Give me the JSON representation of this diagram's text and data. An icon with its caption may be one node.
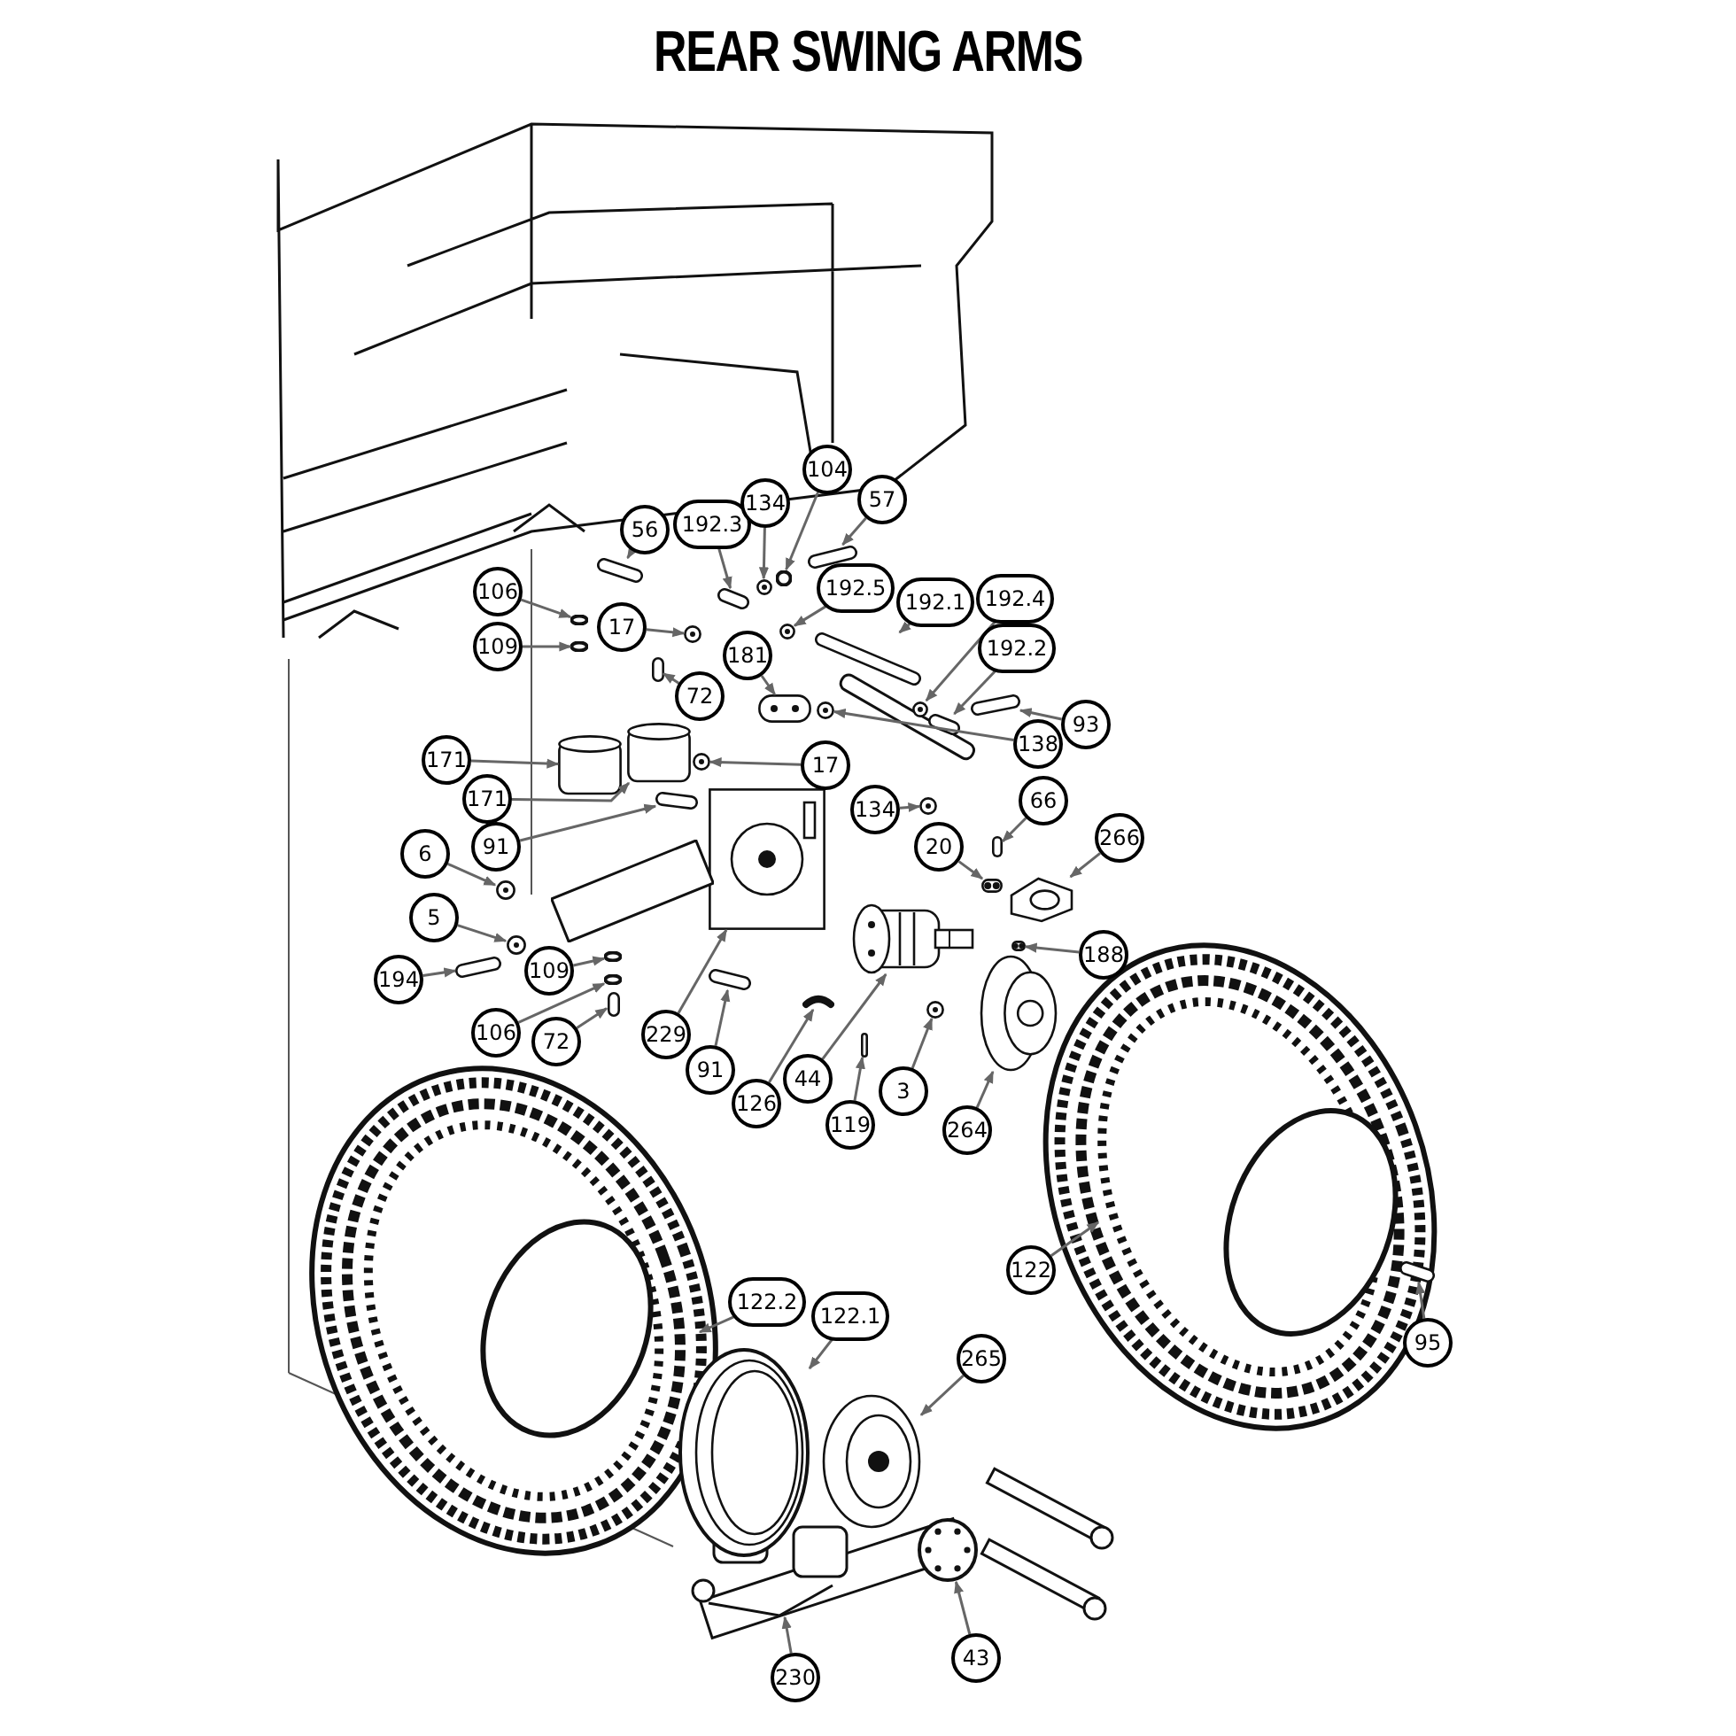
{
  "diagram": {
    "title": "REAR SWING ARMS",
    "nodes": [
      {
        "text": [
          "56"
        ]
      },
      {
        "text": [
          "192.3"
        ]
      },
      {
        "text": [
          "134"
        ]
      },
      {
        "text": [
          "104"
        ]
      },
      {
        "text": [
          "57"
        ]
      },
      {
        "text": [
          "192.5"
        ]
      },
      {
        "text": [
          "192.1"
        ]
      },
      {
        "text": [
          "192.4"
        ]
      },
      {
        "text": [
          "192.2"
        ]
      },
      {
        "text": [
          "17"
        ]
      },
      {
        "text": [
          "106"
        ]
      },
      {
        "text": [
          "109"
        ]
      },
      {
        "text": [
          "181"
        ]
      },
      {
        "text": [
          "72"
        ]
      },
      {
        "text": [
          "138"
        ]
      },
      {
        "text": [
          "93"
        ]
      },
      {
        "text": [
          "171"
        ]
      },
      {
        "text": [
          "17"
        ]
      },
      {
        "text": [
          "171"
        ]
      },
      {
        "text": [
          "91"
        ]
      },
      {
        "text": [
          "134"
        ]
      },
      {
        "text": [
          "66"
        ]
      },
      {
        "text": [
          "20"
        ]
      },
      {
        "text": [
          "266"
        ]
      },
      {
        "text": [
          "6"
        ]
      },
      {
        "text": [
          "5"
        ]
      },
      {
        "text": [
          "188"
        ]
      },
      {
        "text": [
          "194"
        ]
      },
      {
        "text": [
          "109"
        ]
      },
      {
        "text": [
          "106"
        ]
      },
      {
        "text": [
          "72"
        ]
      },
      {
        "text": [
          "229"
        ]
      },
      {
        "text": [
          "91"
        ]
      },
      {
        "text": [
          "126"
        ]
      },
      {
        "text": [
          "44"
        ]
      },
      {
        "text": [
          "119"
        ]
      },
      {
        "text": [
          "3"
        ]
      },
      {
        "text": [
          "264"
        ]
      },
      {
        "text": [
          "122"
        ]
      },
      {
        "text": [
          "95"
        ]
      },
      {
        "text": [
          "122.2"
        ]
      },
      {
        "text": [
          "122.1"
        ]
      },
      {
        "text": [
          "265"
        ]
      },
      {
        "text": [
          "230"
        ]
      },
      {
        "text": [
          "43"
        ]
      },
      {
        "text": [],
        "shape": "picture"
      },
      {
        "text": [],
        "shape": "picture"
      },
      {
        "text": [],
        "shape": "picture"
      },
      {
        "text": [],
        "shape": "circle"
      },
      {
        "text": [],
        "shape": "picture"
      },
      {
        "text": [],
        "shape": "picture"
      },
      {
        "text": [],
        "shape": "picture"
      },
      {
        "text": [],
        "shape": "picture"
      },
      {
        "text": [],
        "shape": "picture"
      },
      {
        "text": [],
        "shape": "picture"
      },
      {
        "text": [],
        "shape": "circle"
      },
      {
        "text": [],
        "shape": "circle"
      },
      {
        "text": [],
        "shape": "picture"
      },
      {
        "text": [],
        "shape": "picture"
      },
      {
        "text": [],
        "shape": "picture"
      },
      {
        "text": [],
        "shape": "picture"
      },
      {
        "text": [],
        "shape": "cylinder"
      },
      {
        "text": [],
        "shape": "picture"
      },
      {
        "text": [],
        "shape": "cylinder"
      },
      {
        "text": [],
        "shape": "picture"
      },
      {
        "text": [],
        "shape": "picture"
      },
      {
        "text": [],
        "shape": "picture"
      },
      {
        "text": [],
        "shape": "picture"
      },
      {
        "text": [],
        "shape": "picture"
      },
      {
        "text": [],
        "shape": "picture"
      },
      {
        "text": [],
        "shape": "picture"
      },
      {
        "text": [],
        "shape": "picture"
      },
      {
        "text": [],
        "shape": "picture"
      },
      {
        "text": [],
        "shape": "circle"
      },
      {
        "text": [],
        "shape": "circle"
      },
      {
        "text": [],
        "shape": "picture"
      },
      {
        "text": [],
        "shape": "picture"
      },
      {
        "text": [],
        "shape": "picture"
      },
      {
        "text": [],
        "shape": "picture"
      },
      {
        "text": [],
        "shape": "picture"
      },
      {
        "text": [],
        "shape": "picture"
      },
      {
        "text": [],
        "shape": "picture"
      },
      {
        "text": [],
        "shape": "picture"
      },
      {
        "text": [],
        "shape": "picture"
      },
      {
        "text": [],
        "shape": "picture"
      },
      {
        "text": [],
        "shape": "picture"
      },
      {
        "text": [],
        "shape": "picture"
      },
      {
        "text": [],
        "shape": "bar"
      }
    ],
    "edges": [
      {
        "from": 0,
        "to": 45,
        "arrow": "to"
      },
      {
        "from": 1,
        "to": 46,
        "arrow": "to"
      },
      {
        "from": 2,
        "to": 47,
        "arrow": "to"
      },
      {
        "from": 3,
        "to": 48,
        "arrow": "to"
      },
      {
        "from": 4,
        "to": 49,
        "arrow": "to"
      },
      {
        "from": 5,
        "to": 50,
        "arrow": "to"
      },
      {
        "from": 6,
        "to": 51,
        "arrow": "to"
      },
      {
        "from": 7,
        "to": 52,
        "arrow": "to"
      },
      {
        "from": 8,
        "to": 53,
        "arrow": "to"
      },
      {
        "from": 9,
        "to": 54,
        "arrow": "to"
      },
      {
        "from": 10,
        "to": 55,
        "arrow": "to"
      },
      {
        "from": 11,
        "to": 56,
        "arrow": "to"
      },
      {
        "from": 12,
        "to": 57,
        "arrow": "to"
      },
      {
        "from": 13,
        "to": 58,
        "arrow": "to"
      },
      {
        "from": 14,
        "to": 59,
        "arrow": "to"
      },
      {
        "from": 15,
        "to": 60,
        "arrow": "to"
      },
      {
        "from": 16,
        "to": 61,
        "arrow": "to"
      },
      {
        "from": 17,
        "to": 62,
        "arrow": "to"
      },
      {
        "from": 18,
        "to": 63,
        "arrow": "to"
      },
      {
        "from": 19,
        "to": 64,
        "arrow": "to"
      },
      {
        "from": 20,
        "to": 65,
        "arrow": "to"
      },
      {
        "from": 21,
        "to": 66,
        "arrow": "to"
      },
      {
        "from": 22,
        "to": 67,
        "arrow": "to"
      },
      {
        "from": 23,
        "to": 68,
        "arrow": "to"
      },
      {
        "from": 24,
        "to": 69,
        "arrow": "to"
      },
      {
        "from": 25,
        "to": 70,
        "arrow": "to"
      },
      {
        "from": 26,
        "to": 71,
        "arrow": "to"
      },
      {
        "from": 27,
        "to": 72,
        "arrow": "to"
      },
      {
        "from": 28,
        "to": 73,
        "arrow": "to"
      },
      {
        "from": 29,
        "to": 74,
        "arrow": "to"
      },
      {
        "from": 30,
        "to": 75,
        "arrow": "to"
      },
      {
        "from": 31,
        "to": 86,
        "arrow": "to"
      },
      {
        "from": 32,
        "to": 76,
        "arrow": "to"
      },
      {
        "from": 33,
        "to": 77,
        "arrow": "to"
      },
      {
        "from": 34,
        "to": 78,
        "arrow": "to"
      },
      {
        "from": 35,
        "to": 79,
        "arrow": "to"
      },
      {
        "from": 36,
        "to": 80,
        "arrow": "to"
      },
      {
        "from": 37,
        "to": 81,
        "arrow": "to"
      },
      {
        "from": 38,
        "to": null,
        "arrow": "to"
      },
      {
        "from": 39,
        "to": 82,
        "arrow": "to"
      },
      {
        "from": 40,
        "to": null,
        "arrow": "to"
      },
      {
        "from": 41,
        "to": 83,
        "arrow": "to"
      },
      {
        "from": 42,
        "to": 84,
        "arrow": "to"
      },
      {
        "from": 43,
        "to": null,
        "arrow": "to"
      },
      {
        "from": 44,
        "to": 85,
        "arrow": "to"
      }
    ]
  }
}
